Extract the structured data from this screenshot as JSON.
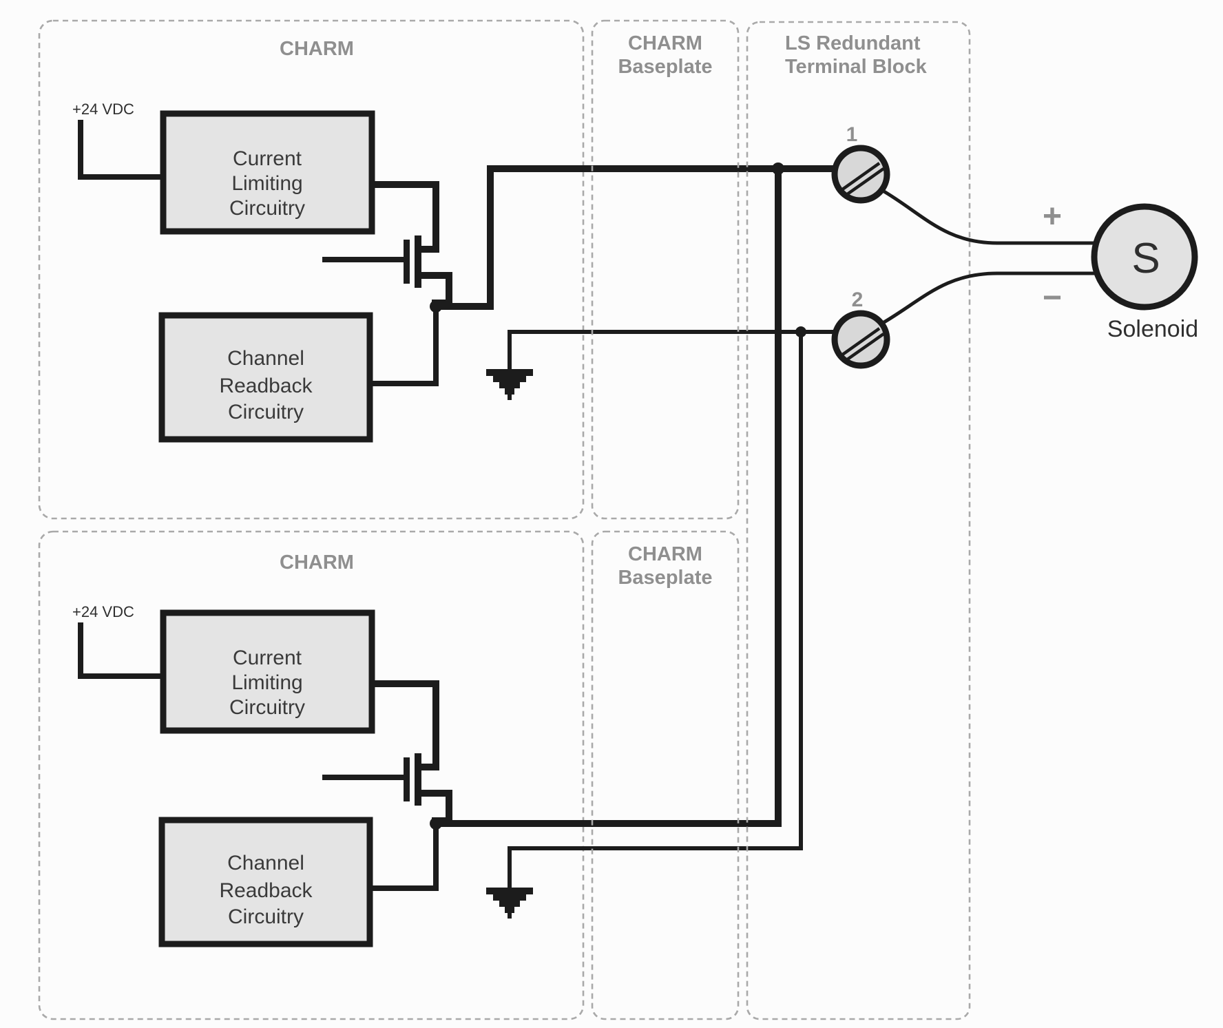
{
  "modules": [
    {
      "name": "CHARM",
      "supply": "+24 VDC",
      "current_limiting": {
        "line1": "Current",
        "line2": "Limiting",
        "line3": "Circuitry"
      },
      "channel_readback": {
        "line1": "Channel",
        "line2": "Readback",
        "line3": "Circuitry"
      }
    },
    {
      "name": "CHARM",
      "supply": "+24 VDC",
      "current_limiting": {
        "line1": "Current",
        "line2": "Limiting",
        "line3": "Circuitry"
      },
      "channel_readback": {
        "line1": "Channel",
        "line2": "Readback",
        "line3": "Circuitry"
      }
    }
  ],
  "baseplates": [
    {
      "line1": "CHARM",
      "line2": "Baseplate"
    },
    {
      "line1": "CHARM",
      "line2": "Baseplate"
    }
  ],
  "terminal_block": {
    "line1": "LS Redundant",
    "line2": "Terminal Block",
    "terminals": [
      {
        "number": "1"
      },
      {
        "number": "2"
      }
    ]
  },
  "solenoid": {
    "plus": "+",
    "minus": "−",
    "symbol": "S",
    "label": "Solenoid"
  },
  "colors": {
    "wire": "#1c1c1c",
    "block_fill": "#e4e4e4",
    "block_border": "#1c1c1c",
    "dashed_border": "#a9a9a9",
    "muted_text": "#8f8f8f",
    "dark_text": "#2f2f2f",
    "terminal_fill": "#d8d8d8",
    "solenoid_fill": "#e2e2e2",
    "background": "#fcfcfc"
  }
}
